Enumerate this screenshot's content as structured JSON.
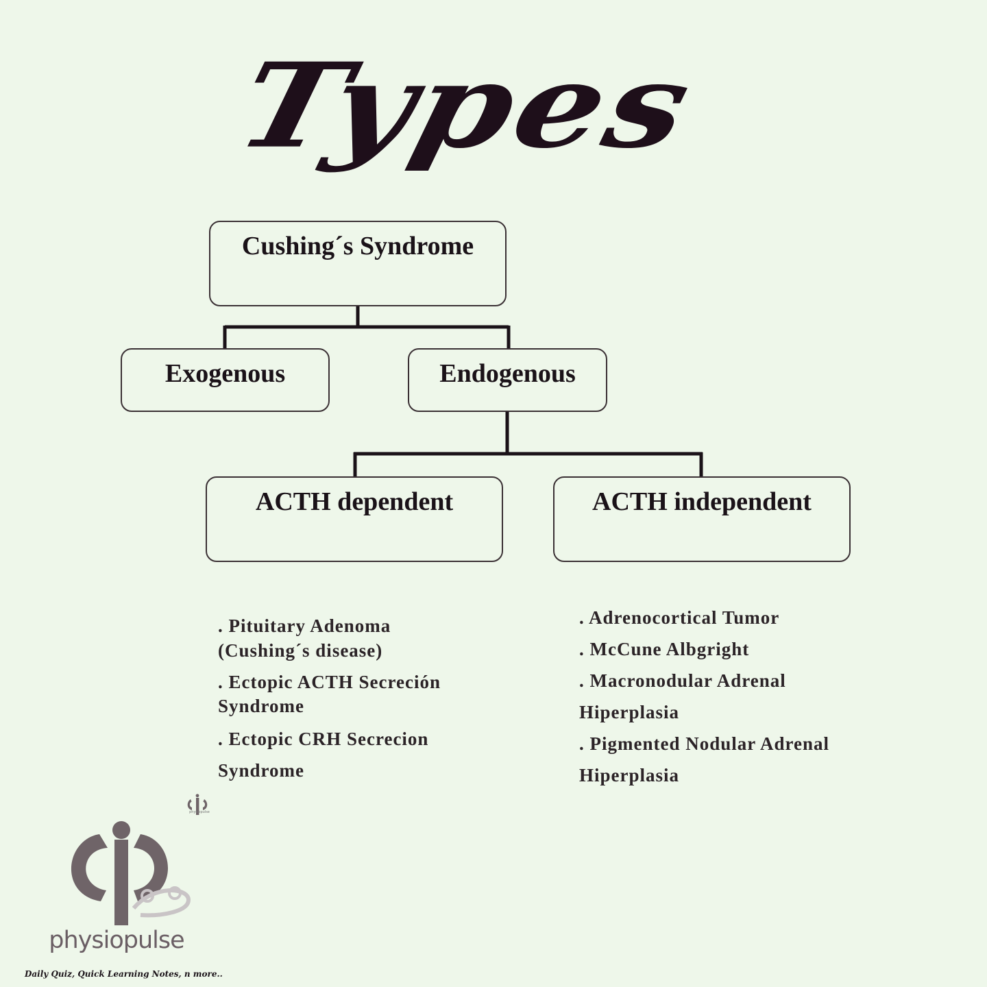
{
  "title": "Types",
  "diagram": {
    "root": "Cushing´s Syndrome",
    "level1": {
      "left": "Exogenous",
      "right": "Endogenous"
    },
    "level2": {
      "left": "ACTH dependent",
      "right": "ACTH independent"
    }
  },
  "acth_dependent_lines": [
    ". Pituitary Adenoma",
    "(Cushing´s  disease)",
    ". Ectopic ACTH Secreción",
    "Syndrome",
    ". Ectopic CRH Secrecion",
    "Syndrome"
  ],
  "acth_independent_lines": [
    ". Adrenocortical Tumor",
    ". McCune  Albgright",
    ". Macronodular Adrenal",
    "Hiperplasia",
    ". Pigmented Nodular Adrenal",
    "Hiperplasia"
  ],
  "brand": {
    "name": "physiopulse",
    "tagline": "Daily Quiz, Quick Learning Notes, n more.."
  },
  "colors": {
    "background": "#eef7ea",
    "ink": "#1a1218",
    "logo": "#6f6468"
  },
  "icons": [
    "physiopulse-logo-icon"
  ]
}
